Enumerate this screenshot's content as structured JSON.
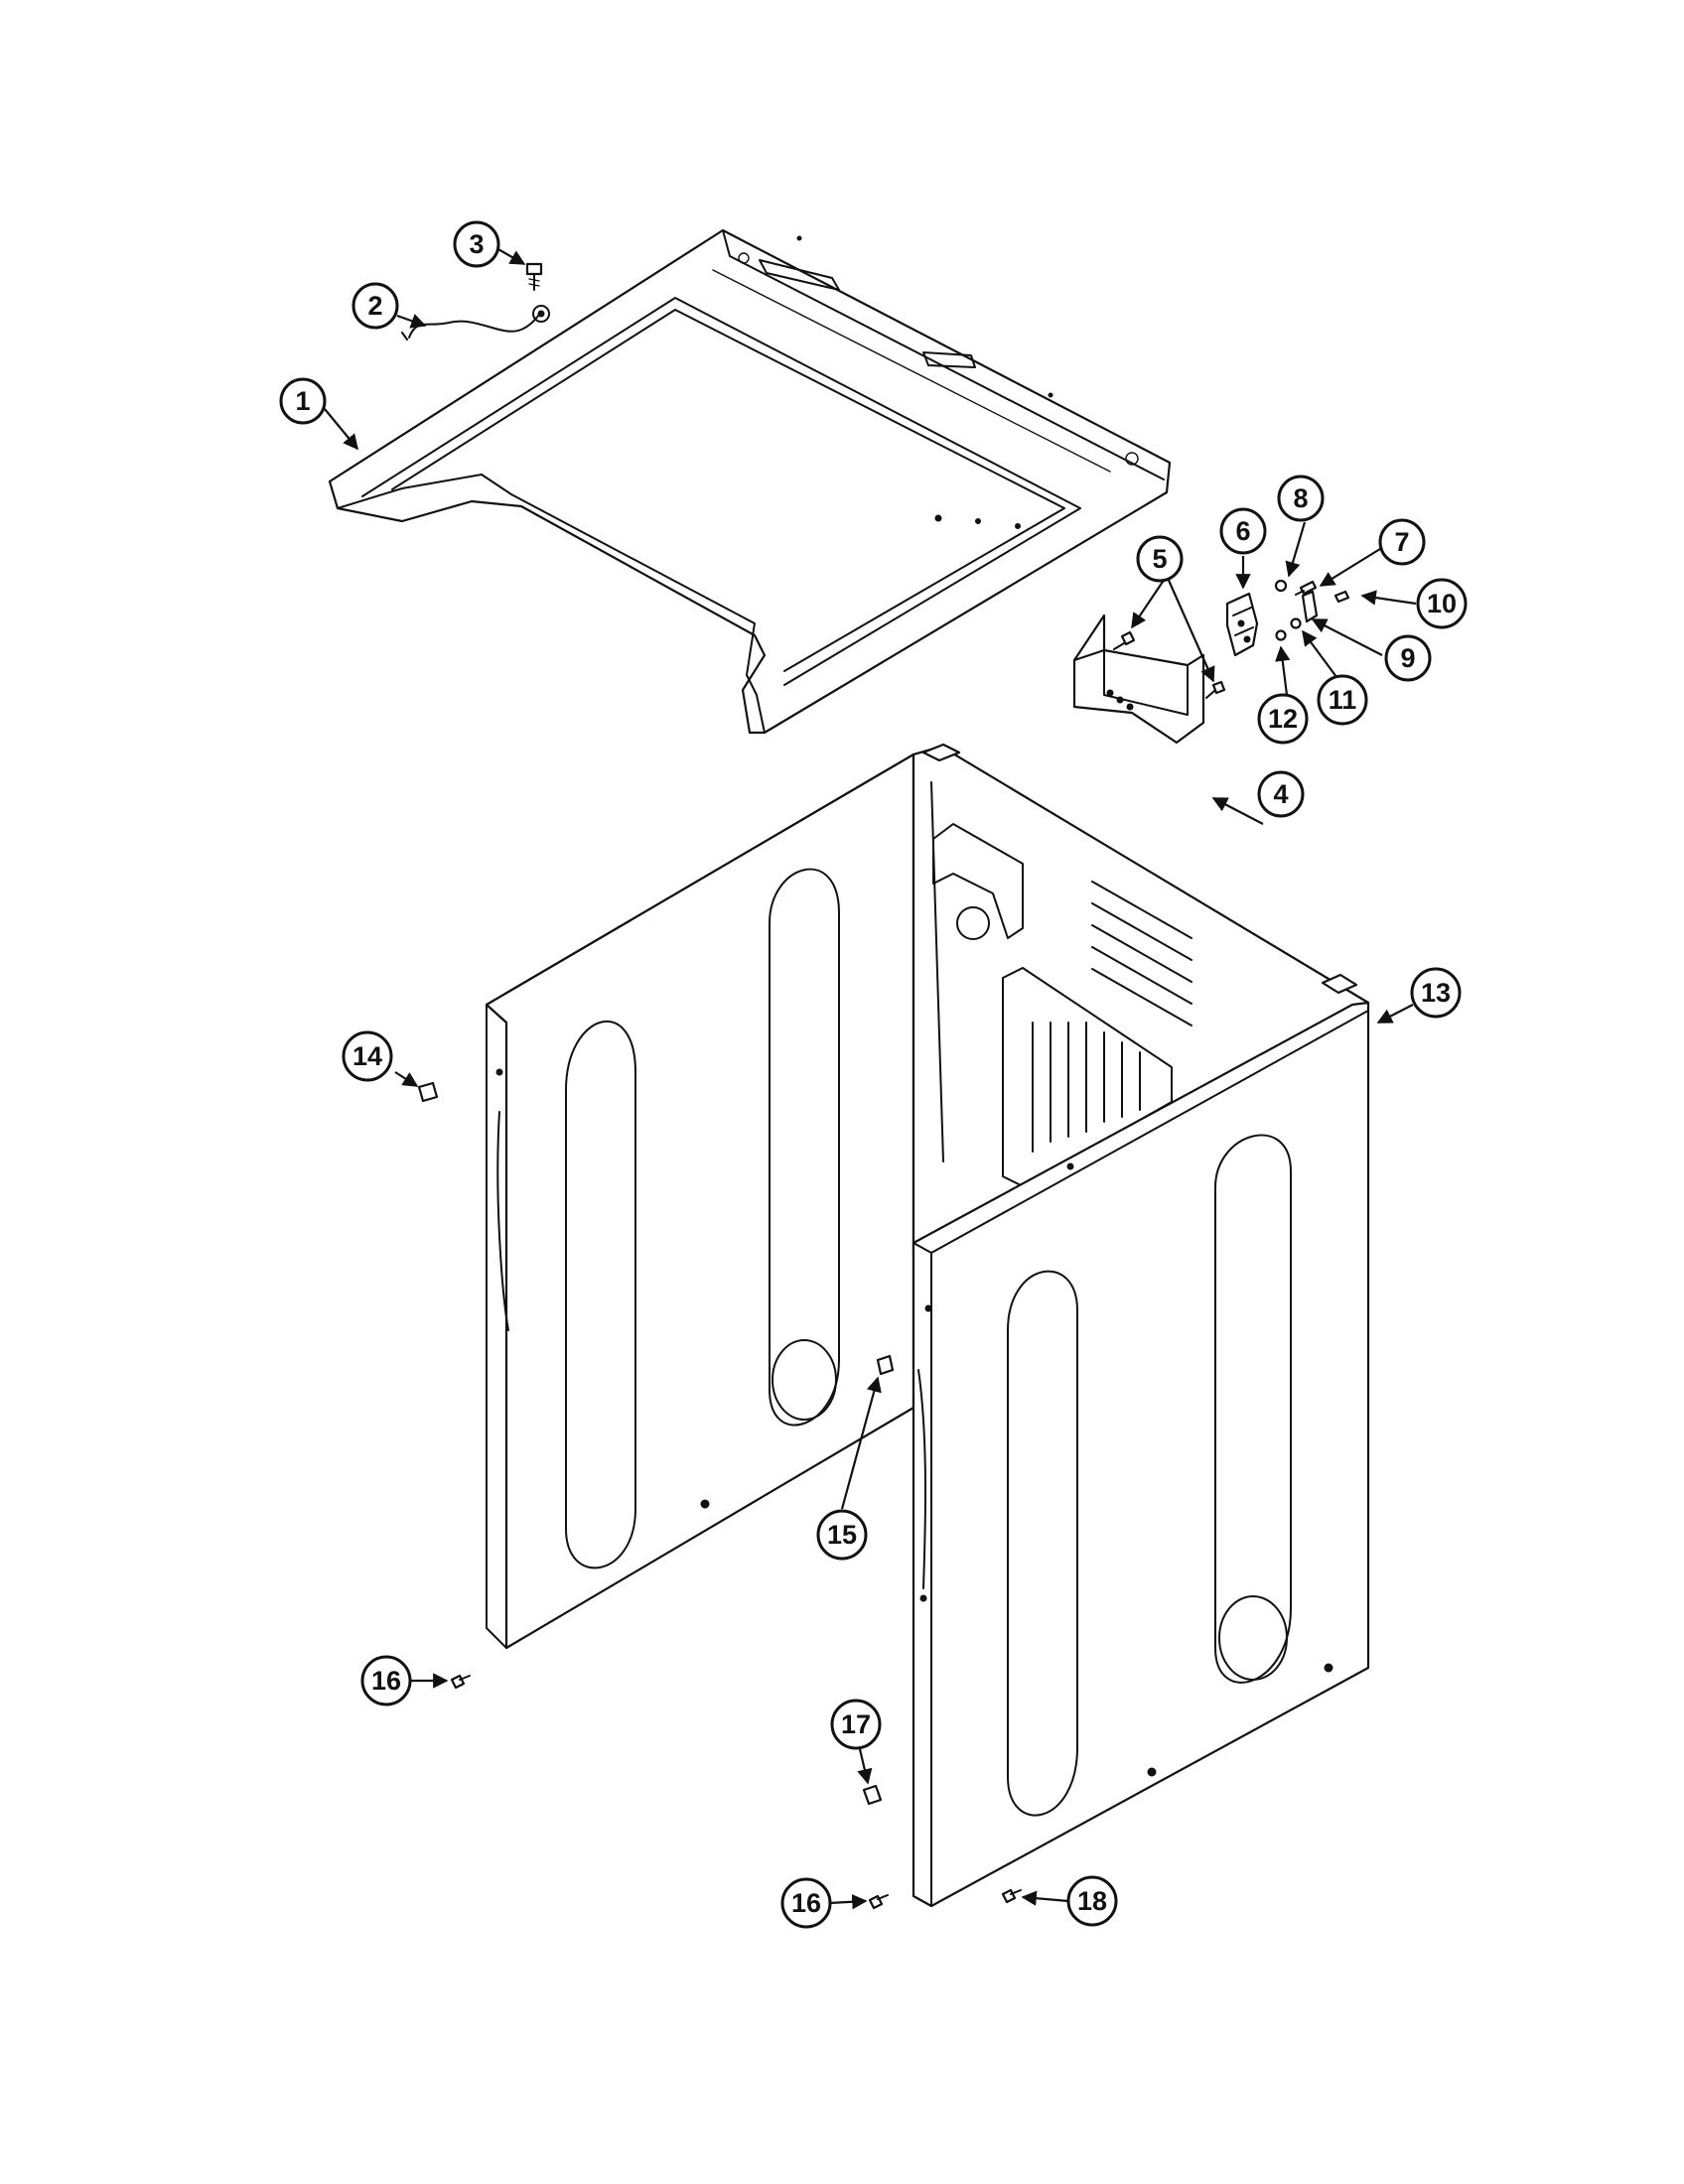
{
  "diagram": {
    "type": "exploded-parts-view",
    "colors": {
      "ink": "#111111",
      "paper": "#ffffff"
    },
    "callouts": [
      {
        "id": "c1",
        "label": "1"
      },
      {
        "id": "c2",
        "label": "2"
      },
      {
        "id": "c3",
        "label": "3"
      },
      {
        "id": "c4",
        "label": "4"
      },
      {
        "id": "c5",
        "label": "5"
      },
      {
        "id": "c6",
        "label": "6"
      },
      {
        "id": "c7",
        "label": "7"
      },
      {
        "id": "c8",
        "label": "8"
      },
      {
        "id": "c9",
        "label": "9"
      },
      {
        "id": "c10",
        "label": "10"
      },
      {
        "id": "c11",
        "label": "11"
      },
      {
        "id": "c12",
        "label": "12"
      },
      {
        "id": "c13",
        "label": "13"
      },
      {
        "id": "c14",
        "label": "14"
      },
      {
        "id": "c15",
        "label": "15"
      },
      {
        "id": "c16a",
        "label": "16"
      },
      {
        "id": "c17",
        "label": "17"
      },
      {
        "id": "c16b",
        "label": "16"
      },
      {
        "id": "c18",
        "label": "18"
      }
    ]
  }
}
